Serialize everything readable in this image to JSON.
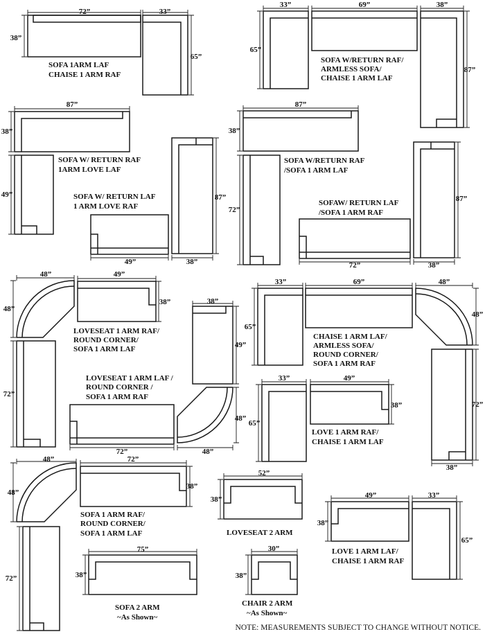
{
  "configurations": [
    {
      "lines": [
        "SOFA 1ARM LAF",
        "CHAISE 1 ARM RAF"
      ]
    },
    {
      "lines": [
        "SOFA W/RETURN RAF/",
        "ARMLESS SOFA/",
        "CHAISE 1 ARM LAF"
      ]
    },
    {
      "lines": [
        "SOFA W/ RETURN RAF",
        "1ARM LOVE LAF"
      ]
    },
    {
      "lines": [
        "SOFA  W/ RETURN LAF",
        "1 ARM LOVE RAF"
      ]
    },
    {
      "lines": [
        "SOFA W/RETURN RAF",
        "/SOFA 1 ARM LAF"
      ]
    },
    {
      "lines": [
        "SOFAW/ RETURN LAF",
        "/SOFA 1 ARM RAF"
      ]
    },
    {
      "lines": [
        "LOVESEAT 1 ARM RAF/",
        "ROUND CORNER/",
        "SOFA 1 ARM LAF"
      ]
    },
    {
      "lines": [
        "LOVESEAT 1 ARM LAF /",
        "ROUND CORNER /",
        "SOFA 1 ARM RAF"
      ]
    },
    {
      "lines": [
        "CHAISE 1 ARM LAF/",
        "ARMLESS SOFA/",
        "ROUND CORNER/",
        "SOFA 1 ARM RAF"
      ]
    },
    {
      "lines": [
        "LOVE 1 ARM RAF/",
        "CHAISE 1 ARM LAF"
      ]
    },
    {
      "lines": [
        "SOFA 1 ARM RAF/",
        "ROUND CORNER/",
        "SOFA 1 ARM LAF"
      ]
    },
    {
      "lines": [
        "LOVESEAT 2 ARM"
      ]
    },
    {
      "lines": [
        "LOVE 1 ARM LAF/",
        "CHAISE 1 ARM RAF"
      ]
    },
    {
      "lines": [
        "SOFA 2 ARM",
        "~As Shown~"
      ]
    },
    {
      "lines": [
        "CHAIR 2 ARM",
        "~As Shown~"
      ]
    }
  ],
  "dimensions": {
    "d72": "72”",
    "d33": "33”",
    "d38": "38”",
    "d65": "65”",
    "d69": "69”",
    "d87": "87”",
    "d49": "49”",
    "d48": "48”",
    "d52": "52”",
    "d75": "75”",
    "d30": "30”"
  },
  "note": "NOTE:  MEASUREMENTS SUBJECT TO CHANGE WITHOUT NOTICE."
}
